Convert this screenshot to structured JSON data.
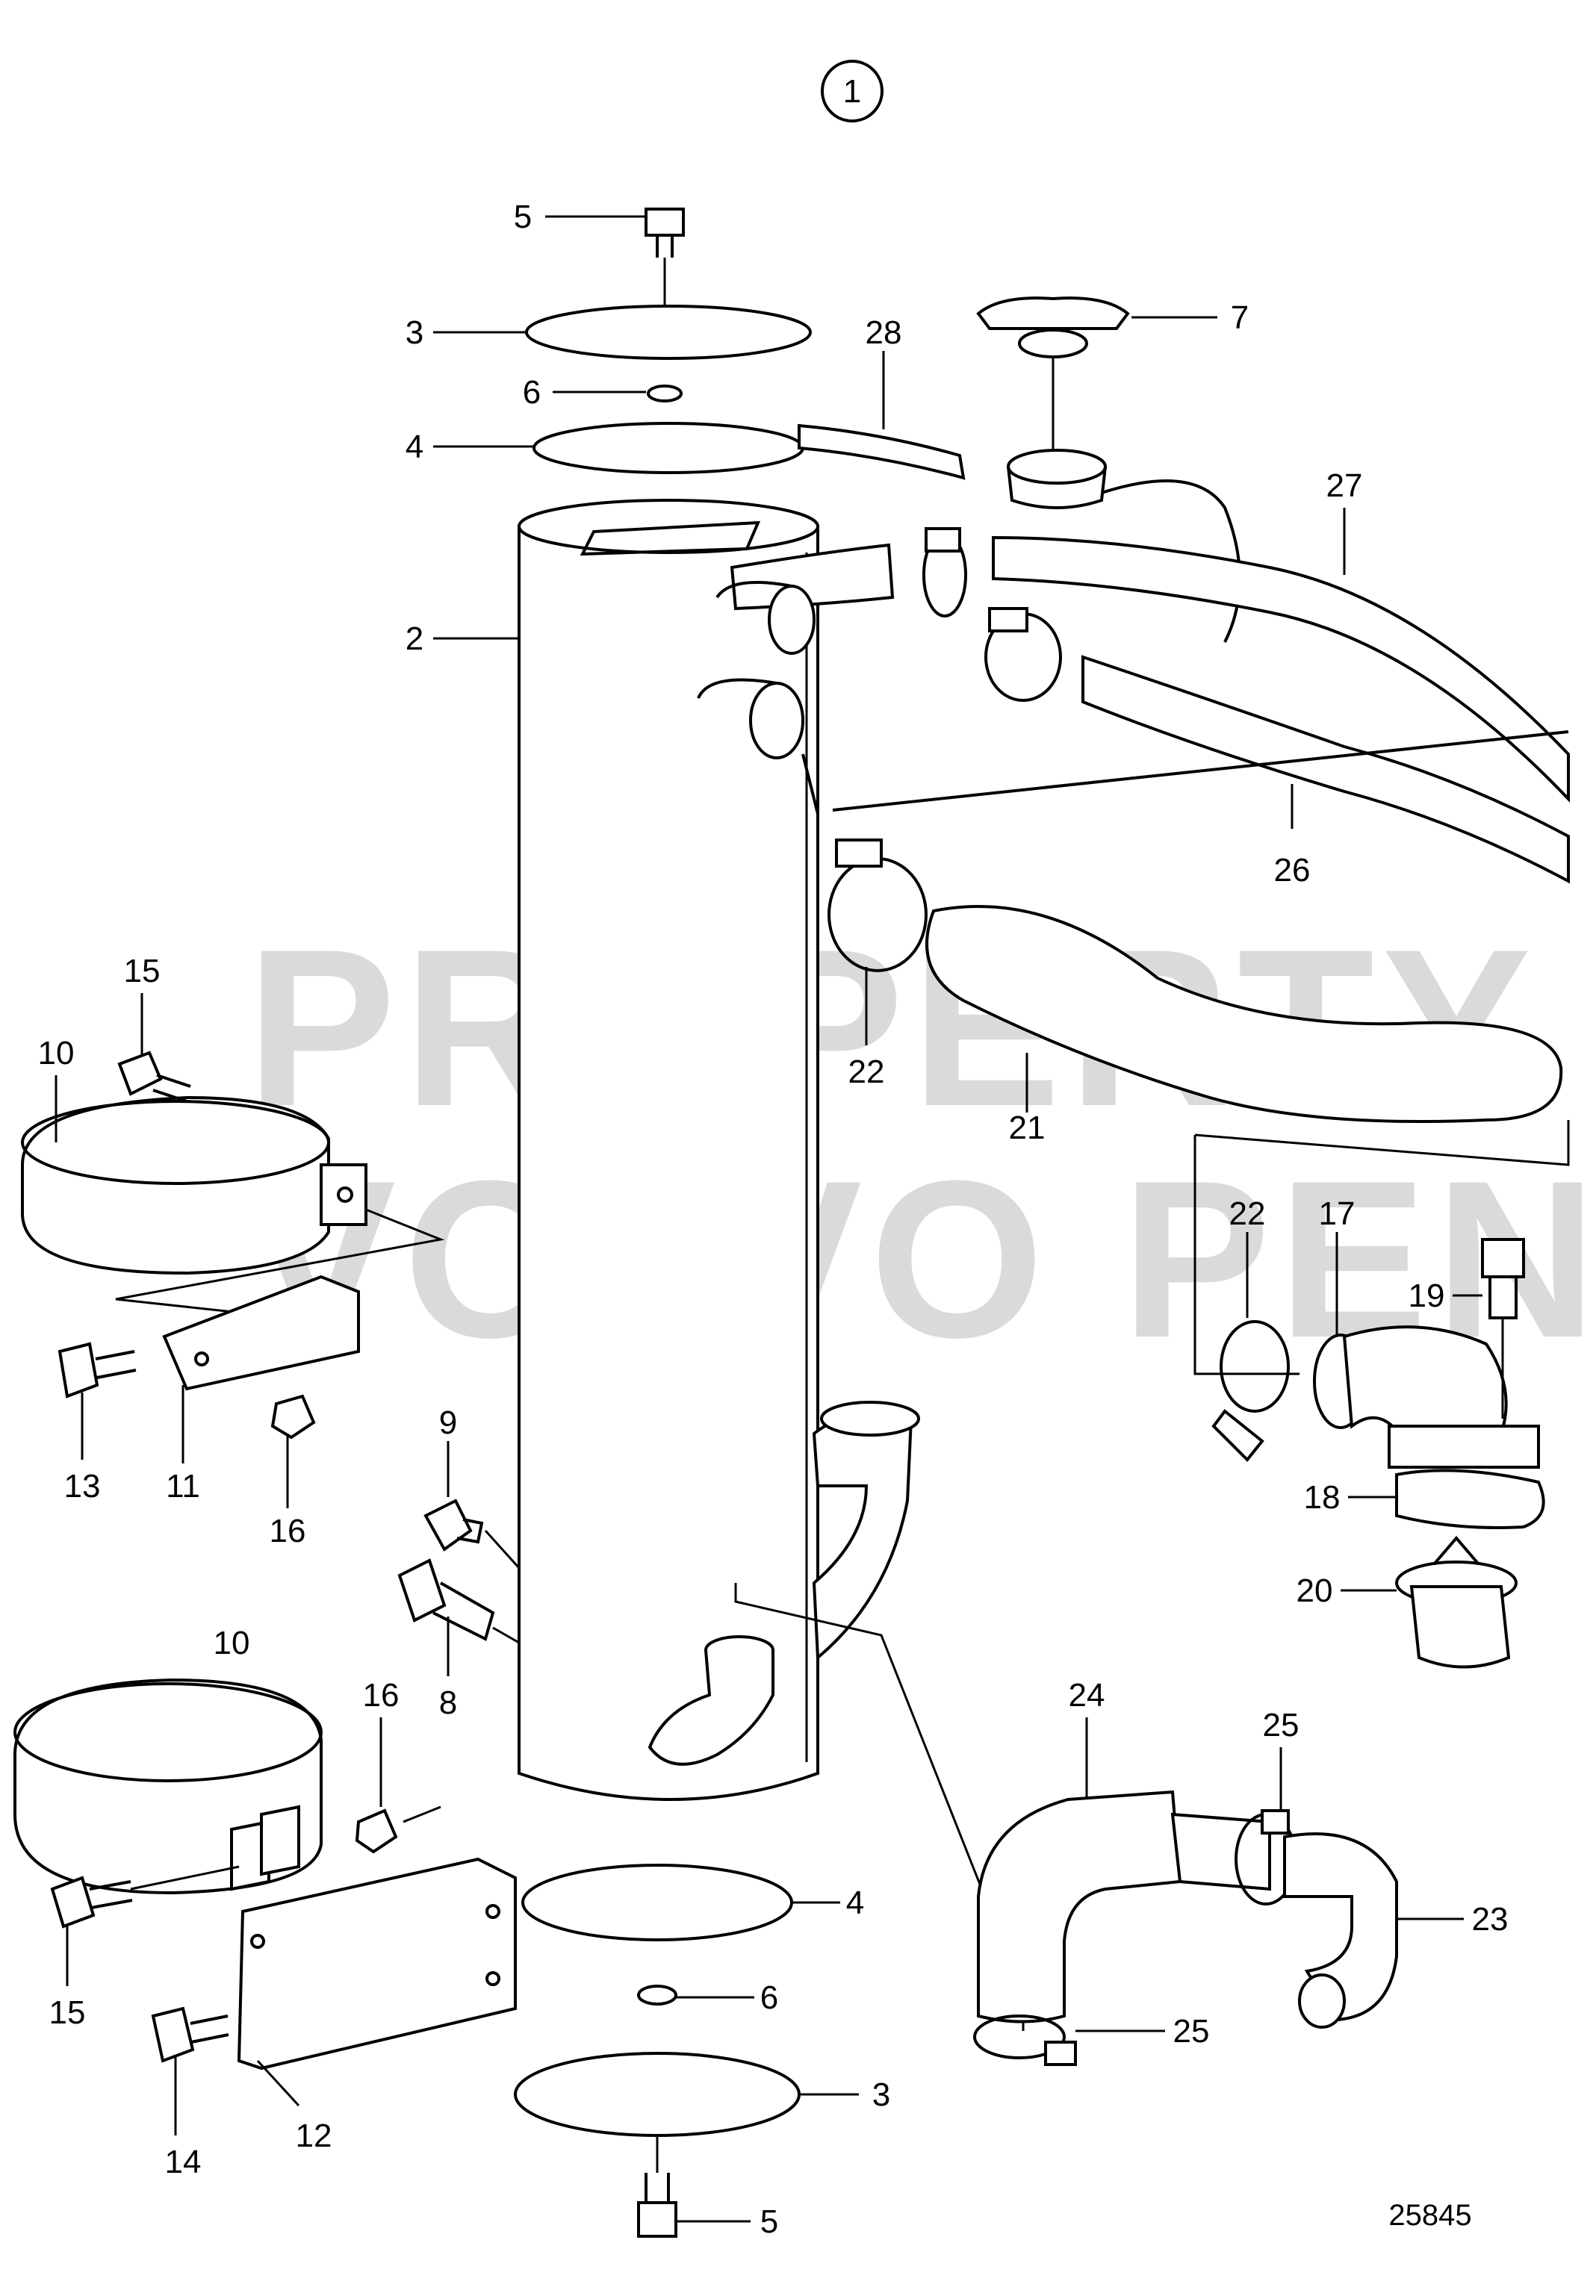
{
  "diagram": {
    "view_number": "1",
    "drawing_number": "25845",
    "watermark": [
      "PROPERTY OF",
      "VOLVO PENTA"
    ],
    "callouts": {
      "c5_top": "5",
      "c3_top": "3",
      "c6_top": "6",
      "c4_top": "4",
      "c28": "28",
      "c7": "7",
      "c27": "27",
      "c2": "2",
      "c26": "26",
      "c15_top": "15",
      "c10_top": "10",
      "c22_top": "22",
      "c21": "21",
      "c22_mid": "22",
      "c17": "17",
      "c19": "19",
      "c13": "13",
      "c11": "11",
      "c16_top": "16",
      "c9": "9",
      "c18": "18",
      "c20": "20",
      "c8": "8",
      "c10_bot": "10",
      "c16_bot": "16",
      "c24": "24",
      "c25_top": "25",
      "c4_bot": "4",
      "c23": "23",
      "c15_bot": "15",
      "c6_bot": "6",
      "c25_bot": "25",
      "c12": "12",
      "c3_bot": "3",
      "c14": "14",
      "c5_bot": "5"
    }
  }
}
